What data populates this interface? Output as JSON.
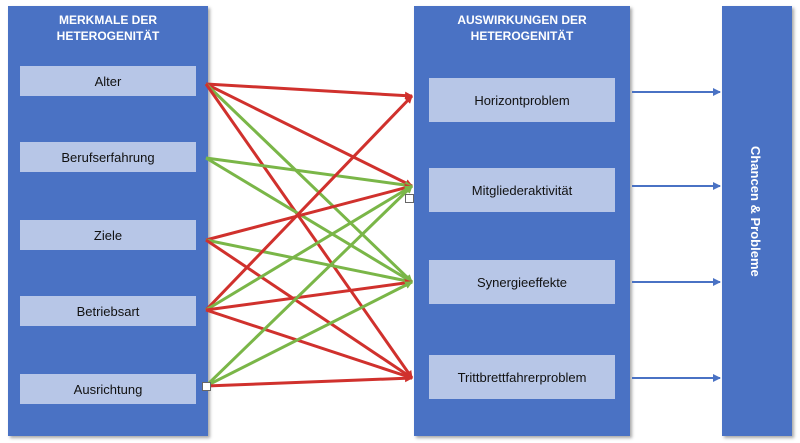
{
  "left_panel": {
    "title": "MERKMALE DER\nHETEROGENITÄT",
    "items": [
      "Alter",
      "Berufserfahrung",
      "Ziele",
      "Betriebsart",
      "Ausrichtung"
    ]
  },
  "middle_panel": {
    "title": "AUSWIRKUNGEN DER\nHETEROGENITÄT",
    "items": [
      "Horizontproblem",
      "Mitgliederaktivität",
      "Synergieeffekte",
      "Trittbrettfahrerproblem"
    ]
  },
  "right_panel": {
    "label": "Chancen & Probleme"
  },
  "colors": {
    "panel": "#4a72c4",
    "item": "#b7c6e7",
    "red_arrow": "#d0312d",
    "green_arrow": "#7ab648",
    "blue_arrow": "#4a72c4"
  },
  "edges": [
    {
      "from": "Alter",
      "to": "Horizontproblem",
      "color": "red"
    },
    {
      "from": "Alter",
      "to": "Mitgliederaktivität",
      "color": "red"
    },
    {
      "from": "Alter",
      "to": "Synergieeffekte",
      "color": "green"
    },
    {
      "from": "Alter",
      "to": "Trittbrettfahrerproblem",
      "color": "red"
    },
    {
      "from": "Berufserfahrung",
      "to": "Mitgliederaktivität",
      "color": "green"
    },
    {
      "from": "Berufserfahrung",
      "to": "Synergieeffekte",
      "color": "green"
    },
    {
      "from": "Ziele",
      "to": "Mitgliederaktivität",
      "color": "red"
    },
    {
      "from": "Ziele",
      "to": "Synergieeffekte",
      "color": "green"
    },
    {
      "from": "Ziele",
      "to": "Trittbrettfahrerproblem",
      "color": "red"
    },
    {
      "from": "Betriebsart",
      "to": "Horizontproblem",
      "color": "red"
    },
    {
      "from": "Betriebsart",
      "to": "Mitgliederaktivität",
      "color": "green"
    },
    {
      "from": "Betriebsart",
      "to": "Synergieeffekte",
      "color": "red"
    },
    {
      "from": "Betriebsart",
      "to": "Trittbrettfahrerproblem",
      "color": "red"
    },
    {
      "from": "Ausrichtung",
      "to": "Mitgliederaktivität",
      "color": "green"
    },
    {
      "from": "Ausrichtung",
      "to": "Synergieeffekte",
      "color": "green"
    },
    {
      "from": "Ausrichtung",
      "to": "Trittbrettfahrerproblem",
      "color": "red"
    },
    {
      "from": "Horizontproblem",
      "to": "Chancen & Probleme",
      "color": "blue"
    },
    {
      "from": "Mitgliederaktivität",
      "to": "Chancen & Probleme",
      "color": "blue"
    },
    {
      "from": "Synergieeffekte",
      "to": "Chancen & Probleme",
      "color": "blue"
    },
    {
      "from": "Trittbrettfahrerproblem",
      "to": "Chancen & Probleme",
      "color": "blue"
    }
  ]
}
